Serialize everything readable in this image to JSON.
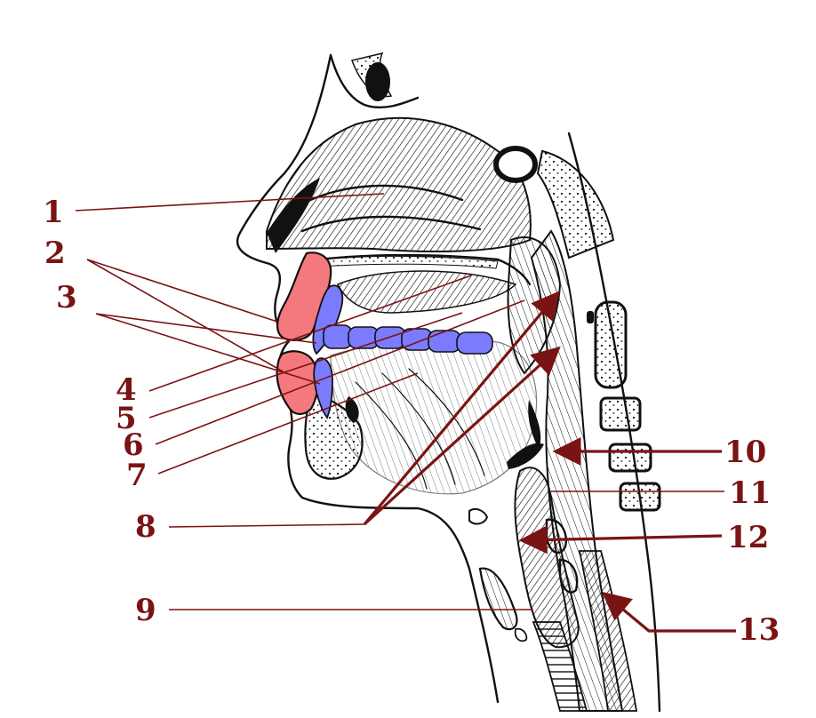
{
  "labels": [
    "1",
    "2",
    "3",
    "4",
    "5",
    "6",
    "7",
    "8",
    "9",
    "10",
    "11",
    "12",
    "13"
  ],
  "colors": {
    "lips": "#f4797f",
    "teeth": "#7b7bff",
    "leader": "#7a1414",
    "ink": "#111111"
  }
}
